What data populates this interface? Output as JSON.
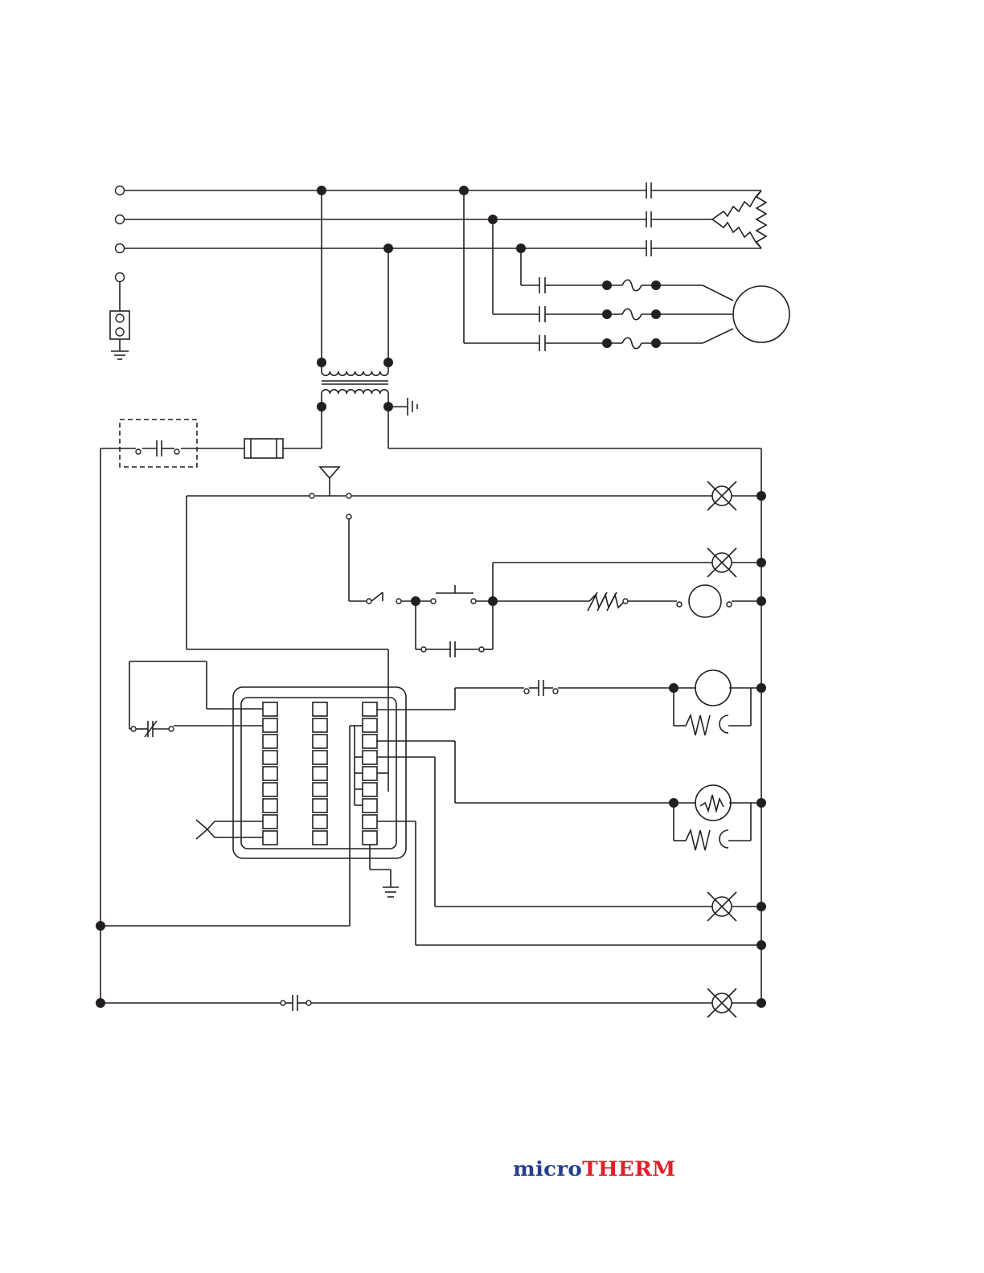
{
  "logo": {
    "text_left": "micro",
    "text_right": "THERM",
    "colors": {
      "micro": "#253f8f",
      "therm": "#e2202a"
    }
  },
  "diagram": {
    "kind": "wiring schematic",
    "line_color": "#231f20",
    "terminal_strip_rows": 9,
    "terminal_strip_columns": 3
  }
}
